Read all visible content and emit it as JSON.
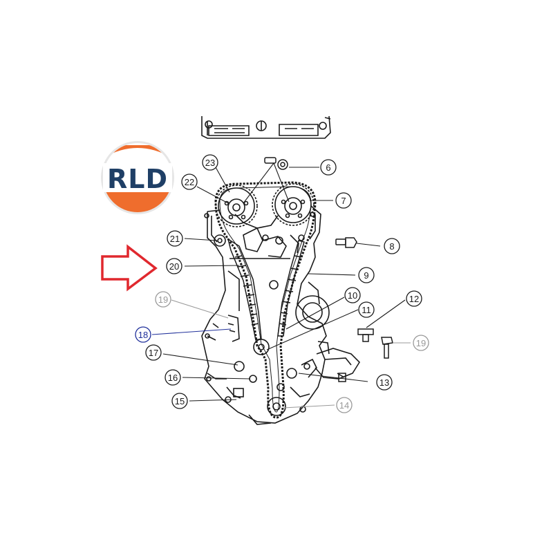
{
  "logo": {
    "text": "RLD",
    "colors": {
      "top": "#ffffff",
      "bottom": "#ef6d2d",
      "letters": "#1f3f66",
      "ring": "#d9d9d9"
    }
  },
  "arrow": {
    "color": "#e0282e",
    "direction": "right"
  },
  "colors": {
    "line": "#1a1a1a",
    "muted": "#999999",
    "highlight": "#1f2f9a"
  },
  "callouts": [
    {
      "num": "23",
      "style": "normal"
    },
    {
      "num": "22",
      "style": "normal"
    },
    {
      "num": "6",
      "style": "normal"
    },
    {
      "num": "7",
      "style": "normal"
    },
    {
      "num": "21",
      "style": "normal"
    },
    {
      "num": "8",
      "style": "normal"
    },
    {
      "num": "20",
      "style": "normal"
    },
    {
      "num": "9",
      "style": "normal"
    },
    {
      "num": "19",
      "style": "muted"
    },
    {
      "num": "10",
      "style": "normal"
    },
    {
      "num": "12",
      "style": "normal"
    },
    {
      "num": "11",
      "style": "normal"
    },
    {
      "num": "18",
      "style": "highlight"
    },
    {
      "num": "19",
      "style": "muted"
    },
    {
      "num": "17",
      "style": "normal"
    },
    {
      "num": "16",
      "style": "normal"
    },
    {
      "num": "13",
      "style": "normal"
    },
    {
      "num": "15",
      "style": "normal"
    },
    {
      "num": "14",
      "style": "muted"
    }
  ]
}
